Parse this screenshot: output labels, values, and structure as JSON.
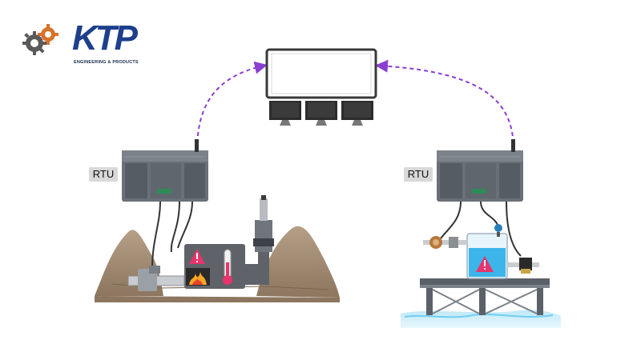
{
  "brand": {
    "logo_text": "KTP",
    "tagline": "ENGINEERING & PRODUCTS"
  },
  "labels": {
    "rtu_left": "RTU",
    "rtu_right": "RTU"
  },
  "icons": {
    "logo": "gear-logo-icon",
    "display": "video-wall-icon",
    "monitors": "monitor-icon",
    "warning": "warning-triangle-icon",
    "fire": "fire-icon",
    "thermometer": "thermometer-icon"
  },
  "colors": {
    "link_dashed": "#8a3fd1",
    "logo_blue": "#1d3f8c",
    "logo_orange": "#e07a1f",
    "rtu_body": "#5a6068",
    "rock": "#a08a72",
    "water": "#4fc3f0",
    "warning": "#e8336b",
    "platform": "#6f7780"
  }
}
